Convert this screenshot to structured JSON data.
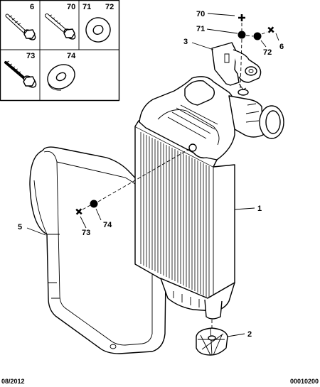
{
  "inset_table": {
    "cells": [
      {
        "labels": [
          "6"
        ],
        "icon": "flange-screw-icon"
      },
      {
        "labels": [
          "70"
        ],
        "icon": "bolt-icon"
      },
      {
        "labels": [
          "71",
          "72"
        ],
        "icon": "washer-icon"
      },
      {
        "labels": [
          "73"
        ],
        "icon": "self-tapping-screw-icon"
      },
      {
        "labels": [
          "74"
        ],
        "icon": "flat-washer-icon"
      }
    ]
  },
  "callouts": {
    "p1": "1",
    "p2": "2",
    "p3": "3",
    "p5": "5",
    "p6": "6",
    "p70": "70",
    "p71": "71",
    "p72": "72",
    "p73": "73",
    "p74": "74"
  },
  "footer": {
    "date": "08/2012",
    "code": "00010200"
  }
}
